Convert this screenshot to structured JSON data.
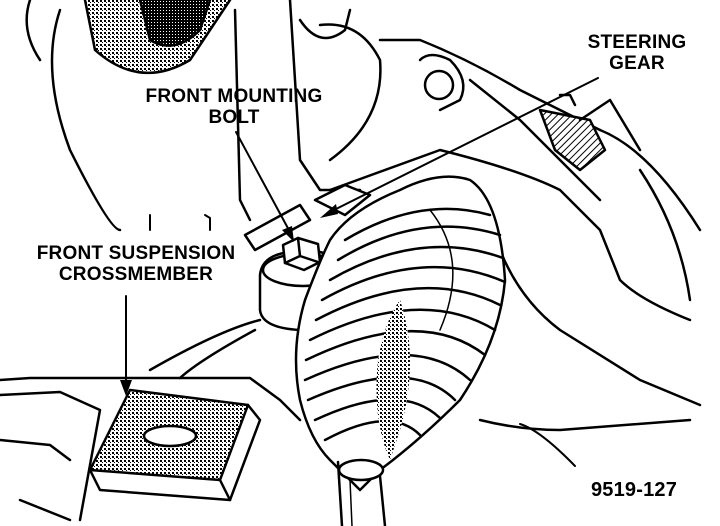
{
  "labels": {
    "steering_gear": [
      "STEERING",
      "GEAR"
    ],
    "front_mounting_bolt": [
      "FRONT MOUNTING",
      "BOLT"
    ],
    "front_suspension_crossmember": [
      "FRONT SUSPENSION",
      "CROSSMEMBER"
    ],
    "figure_number": "9519-127"
  },
  "colors": {
    "ink": "#000000",
    "paper": "#ffffff",
    "shade": "#555555"
  }
}
